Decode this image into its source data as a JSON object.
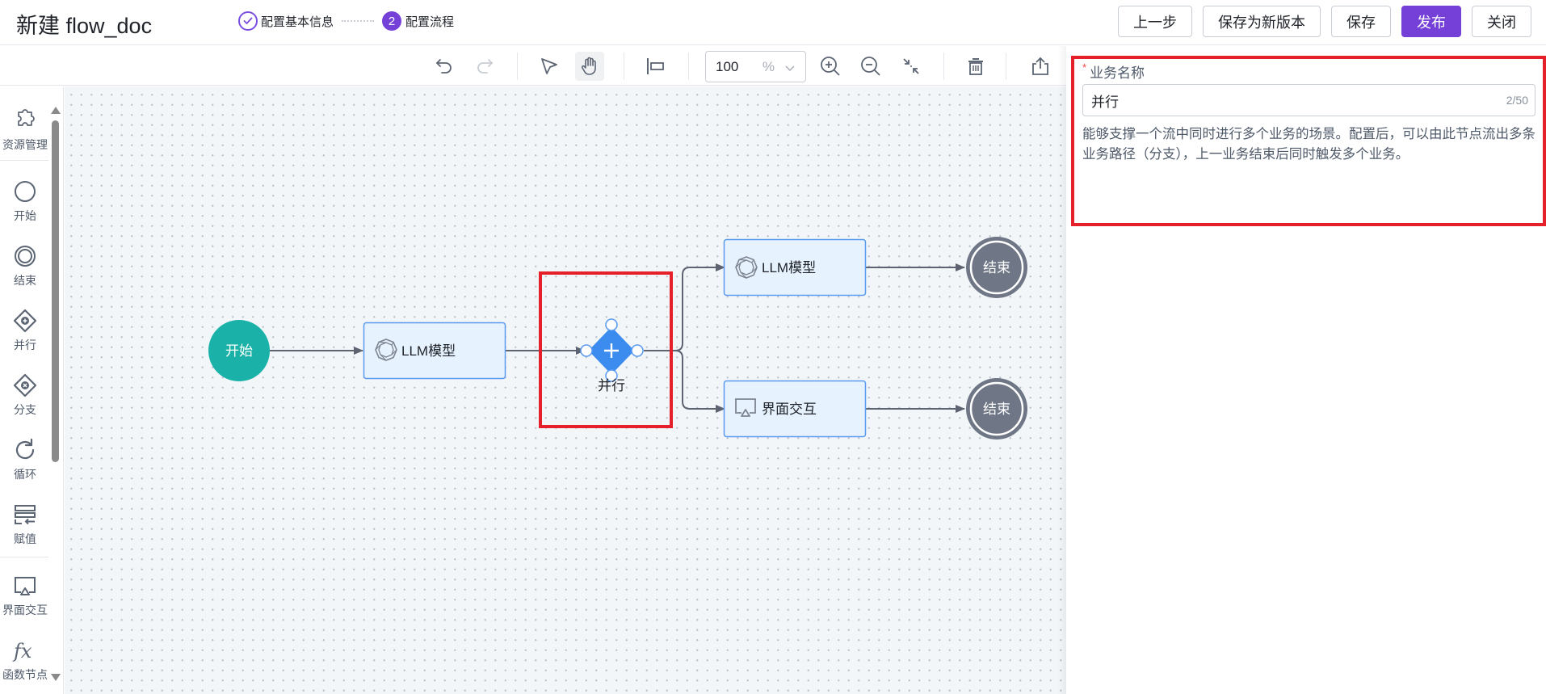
{
  "header": {
    "title": "新建 flow_doc",
    "steps": [
      {
        "label": "配置基本信息",
        "state": "done"
      },
      {
        "label": "配置流程",
        "number": "2",
        "state": "current"
      }
    ],
    "buttons": {
      "prev": "上一步",
      "save_new_version": "保存为新版本",
      "save": "保存",
      "publish": "发布",
      "close": "关闭"
    },
    "accent_color": "#7440d8"
  },
  "toolbar": {
    "tools": [
      "undo-icon",
      "redo-icon",
      "select-pointer-icon",
      "pan-hand-icon",
      "align-left-icon",
      "zoom-in-icon",
      "zoom-out-icon",
      "fit-view-icon",
      "delete-icon",
      "export-icon"
    ],
    "active_tool": "pan-hand-icon",
    "zoom_value": "100",
    "zoom_unit": "%"
  },
  "sidebar": {
    "items": [
      {
        "label": "资源管理",
        "icon": "puzzle-icon"
      },
      {
        "label": "开始",
        "icon": "circle-icon"
      },
      {
        "label": "结束",
        "icon": "double-circle-icon"
      },
      {
        "label": "并行",
        "icon": "diamond-plus-icon"
      },
      {
        "label": "分支",
        "icon": "diamond-x-icon"
      },
      {
        "label": "循环",
        "icon": "refresh-icon"
      },
      {
        "label": "赋值",
        "icon": "assign-icon"
      },
      {
        "label": "界面交互",
        "icon": "monitor-icon"
      },
      {
        "label": "函数节点",
        "icon": "function-icon"
      }
    ]
  },
  "flow": {
    "nodes": {
      "start": {
        "label": "开始",
        "color": "#1ab2a8"
      },
      "llm1": {
        "label": "LLM模型"
      },
      "parallel": {
        "label": "并行",
        "color": "#3c8cf0"
      },
      "llm2": {
        "label": "LLM模型"
      },
      "ui": {
        "label": "界面交互"
      },
      "end1": {
        "label": "结束",
        "color": "#6f7787"
      },
      "end2": {
        "label": "结束",
        "color": "#6f7787"
      }
    }
  },
  "panel": {
    "field_label": "业务名称",
    "required_mark": "*",
    "field_value": "并行",
    "field_count": "2/50",
    "description": "能够支撑一个流中同时进行多个业务的场景。配置后，可以由此节点流出多条业务路径（分支），上一业务结束后同时触发多个业务。"
  },
  "highlight_color": "#e5202a"
}
